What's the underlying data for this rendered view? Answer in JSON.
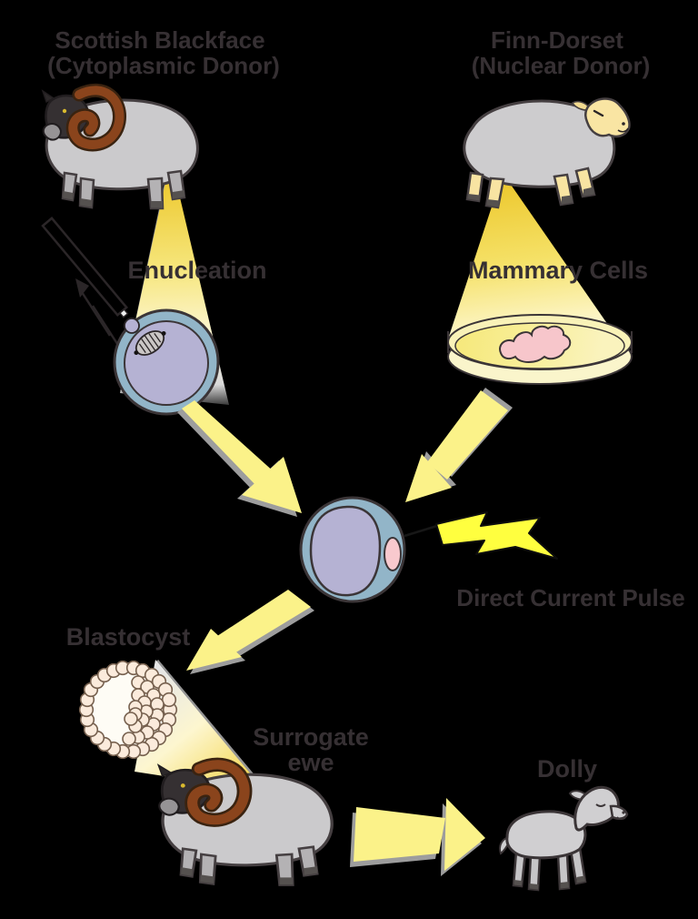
{
  "diagram": {
    "background_color": "#000000",
    "text_color": "#363033",
    "labels": {
      "cytoplasmic_donor": {
        "line1": "Scottish Blackface",
        "line2": "(Cytoplasmic Donor)"
      },
      "nuclear_donor": {
        "line1": "Finn-Dorset",
        "line2": "(Nuclear Donor)"
      },
      "enucleation": "Enucleation",
      "mammary_cells": "Mammary Cells",
      "direct_current_pulse": "Direct Current Pulse",
      "blastocyst": "Blastocyst",
      "surrogate": {
        "line1": "Surrogate",
        "line2": "ewe"
      },
      "dolly": "Dolly"
    },
    "colors": {
      "beam_yellow": "#eecd31",
      "arrow_yellow": "#fbf289",
      "arrow_shadow": "#9d9d9d",
      "bolt_yellow": "#ffff3f",
      "egg_outer_ring": "#92b5c8",
      "egg_cytoplasm": "#b5b2d3",
      "mammary_pink": "#f8c9ce",
      "petri_dish_yellow": "#faf5cb",
      "blastocyst_bead": "#fbebdc",
      "sheep_body_gray": "#cbcacc",
      "horn_brown": "#8a441c",
      "finn_dorset_cream": "#f9e5a3"
    }
  }
}
